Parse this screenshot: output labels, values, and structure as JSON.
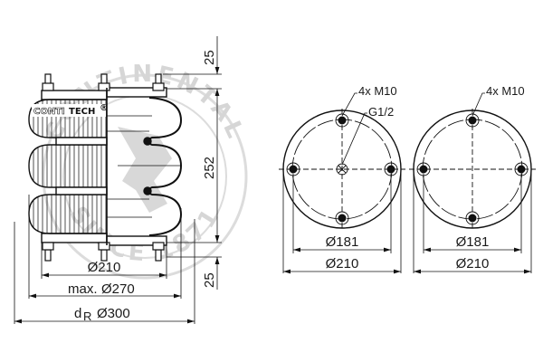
{
  "drawing": {
    "brand_logo": {
      "part1": "CONTI",
      "part2": "TECH",
      "mark": "®"
    },
    "watermark": {
      "top": "CONTINENTAL",
      "bottom": "SINCE 1871"
    },
    "side_view": {
      "height_dims": {
        "top_clearance": "25",
        "overall_height": "252",
        "bottom_clearance": "25"
      },
      "width_dims": {
        "plate_diameter": "Ø210",
        "max_diameter_prefix": "max.",
        "max_diameter": "Ø270",
        "dR_label": "d",
        "dR_sub": "R",
        "dR_value": "Ø300"
      }
    },
    "top_view_left": {
      "bolt_label": "4x M10",
      "port_label": "G1/2",
      "bolt_circle": "Ø181",
      "plate_diameter": "Ø210"
    },
    "top_view_right": {
      "bolt_label": "4x M10",
      "bolt_circle": "Ø181",
      "plate_diameter": "Ø210"
    }
  }
}
